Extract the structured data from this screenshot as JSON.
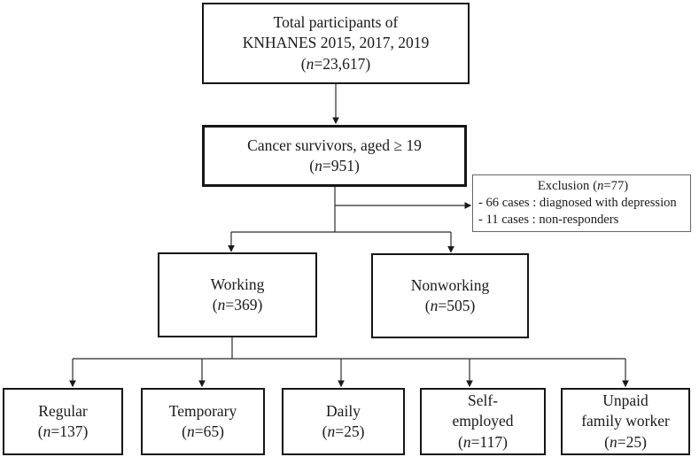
{
  "punct": {
    "open": "(",
    "n": "n",
    "eq": "=",
    "close": ")"
  },
  "boxes": {
    "total": {
      "line1": "Total participants of",
      "line2": "KNHANES 2015, 2017, 2019",
      "n": "23,617"
    },
    "survivors": {
      "line1": "Cancer survivors, aged ≥ 19",
      "n": "951"
    },
    "exclusion": {
      "title": "Exclusion",
      "n": "77",
      "item1": "- 66 cases : diagnosed with depression",
      "item2": "- 11 cases : non-responders"
    },
    "working": {
      "line1": "Working",
      "n": "369"
    },
    "nonworking": {
      "line1": "Nonworking",
      "n": "505"
    },
    "regular": {
      "line1": "Regular",
      "n": "137"
    },
    "temporary": {
      "line1": "Temporary",
      "n": "65"
    },
    "daily": {
      "line1": "Daily",
      "n": "25"
    },
    "self_employed": {
      "line1": "Self-",
      "line2": "employed",
      "n": "117"
    },
    "unpaid": {
      "line1": "Unpaid",
      "line2": "family worker",
      "n": "25"
    }
  },
  "colors": {
    "background": "#ffffff",
    "box_border": "#161616",
    "exclusion_border": "#666666",
    "connector_line": "#2b2b2b",
    "text": "#1a1a1a"
  }
}
